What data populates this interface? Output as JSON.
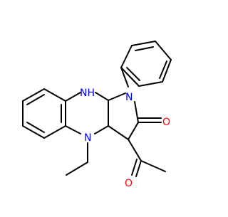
{
  "molecule": {
    "atom_labels": {
      "nh": "NH",
      "n_phenyl": "N",
      "n_ethyl": "N",
      "o_lactam": "O",
      "o_acetyl": "O"
    },
    "colors": {
      "bond": "#000000",
      "nitrogen": "#0000ff",
      "oxygen": "#ff0000",
      "background": "#ffffff"
    }
  }
}
